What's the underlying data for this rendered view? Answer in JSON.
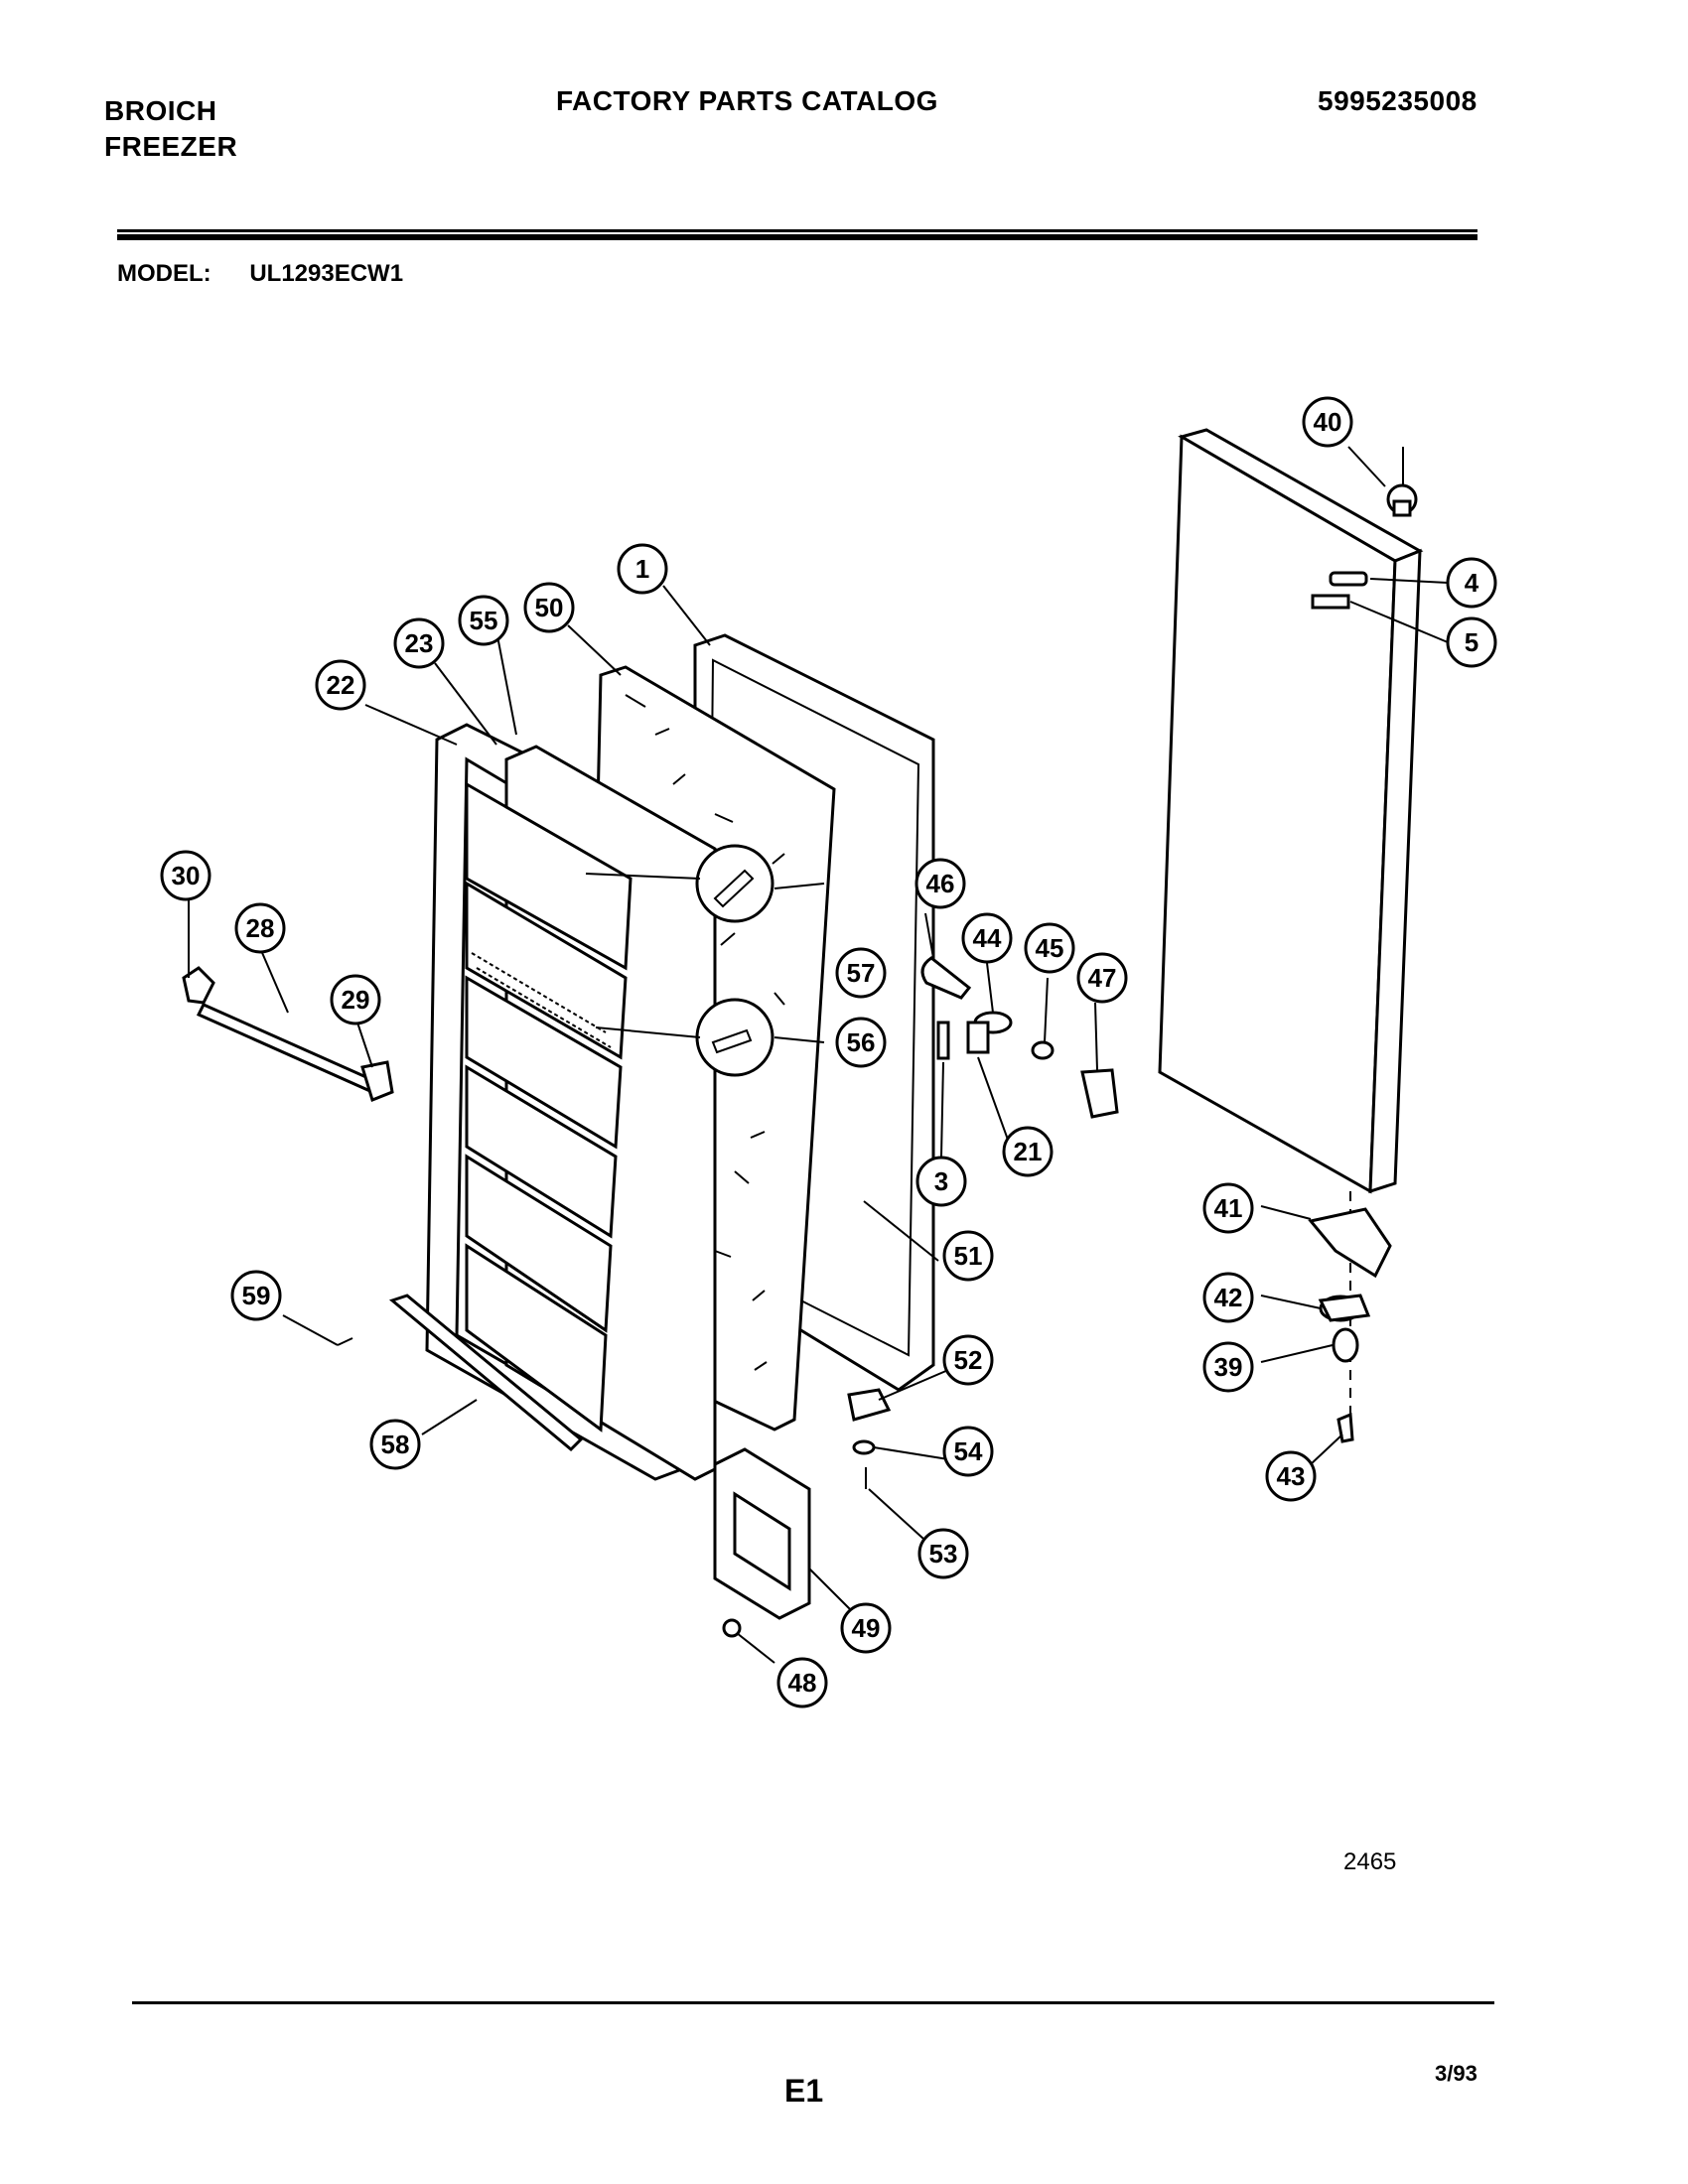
{
  "header": {
    "brand_line1": "BROICH",
    "brand_line2": "FREEZER",
    "catalog_title": "FACTORY PARTS CATALOG",
    "catalog_number": "5995235008"
  },
  "model": {
    "label": "MODEL:",
    "value": "UL1293ECW1"
  },
  "callouts": [
    "1",
    "3",
    "4",
    "5",
    "21",
    "22",
    "23",
    "28",
    "29",
    "30",
    "39",
    "40",
    "41",
    "42",
    "43",
    "44",
    "45",
    "46",
    "47",
    "48",
    "49",
    "50",
    "51",
    "52",
    "53",
    "54",
    "55",
    "56",
    "57",
    "58",
    "59"
  ],
  "footer": {
    "diagram_number": "2465",
    "page_id": "E1",
    "date": "3/93"
  }
}
